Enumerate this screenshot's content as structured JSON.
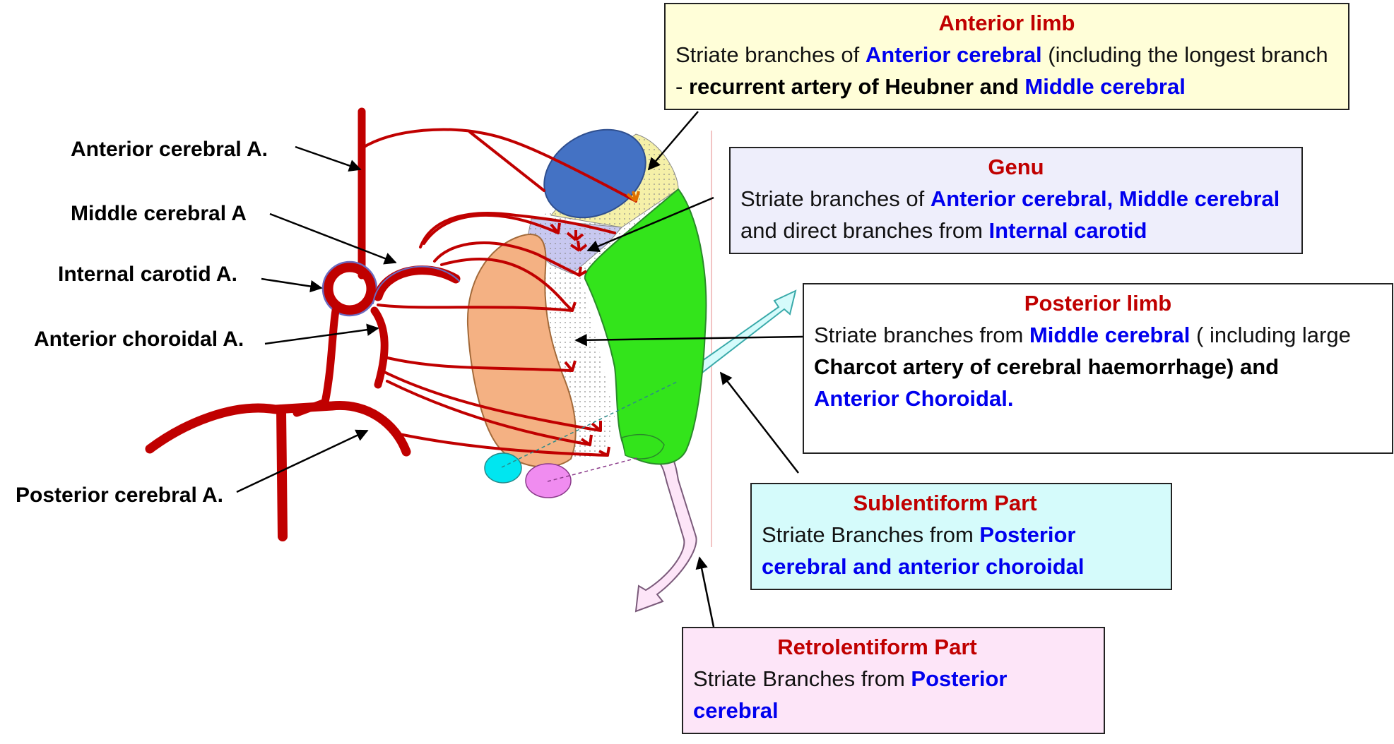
{
  "colors": {
    "artery": "#c00000",
    "highlight": "#0000ee",
    "title": "#c00000",
    "anterior_limb": "#f5f0a8",
    "genu_box": "#eeeefb",
    "caudate": "#4472c4",
    "thalamus": "#33e41b",
    "lentiform": "#f4b183",
    "sublentiform": "#d5fbfb",
    "retrolentiform": "#fde5f8",
    "posterior_limb_box": "#ffffff"
  },
  "artery_labels": [
    {
      "id": "aca",
      "text": "Anterior cerebral A."
    },
    {
      "id": "mca",
      "text": "Middle cerebral A"
    },
    {
      "id": "ica",
      "text": "Internal carotid A."
    },
    {
      "id": "ach",
      "text": "Anterior choroidal A."
    },
    {
      "id": "pca",
      "text": "Posterior cerebral A."
    }
  ],
  "boxes": {
    "anterior_limb": {
      "title": "Anterior limb",
      "t1": "Striate branches  of ",
      "h1": "Anterior cerebral",
      "t2": " (including the longest branch - ",
      "k1": "recurrent artery of Heubner and ",
      "h2": " Middle cerebral"
    },
    "genu": {
      "title": "Genu",
      "t1": " Striate branches of ",
      "h1": "Anterior cerebral, Middle cerebral",
      "t2": " and direct branches from ",
      "h2": "Internal carotid"
    },
    "posterior_limb": {
      "title": "Posterior  limb",
      "t1": "Striate branches  from ",
      "h1": "Middle cerebral",
      "t2": " ( including large ",
      "k1": "Charcot artery of cerebral haemorrhage) and",
      "h2": "Anterior Choroidal."
    },
    "sublentiform": {
      "title": "Sublentiform Part",
      "t1": " Striate Branches from ",
      "h1": "Posterior cerebral and anterior choroidal"
    },
    "retrolentiform": {
      "title": "Retrolentiform Part",
      "t1": " Striate Branches from ",
      "h1": "Posterior cerebral"
    }
  }
}
